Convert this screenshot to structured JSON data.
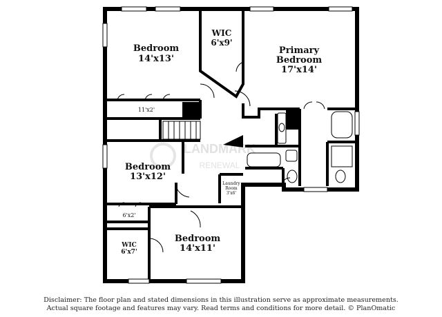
{
  "rooms": {
    "bedroom_top_left": {
      "name": "Bedroom",
      "dim": "14'x13'"
    },
    "wic_top": {
      "name": "WIC",
      "dim": "6'x9'"
    },
    "primary": {
      "name1": "Primary",
      "name2": "Bedroom",
      "dim": "17'x14'"
    },
    "closet_hall": {
      "dim": "11'x2'"
    },
    "bedroom_mid_left": {
      "name": "Bedroom",
      "dim": "13'x12'"
    },
    "laundry": {
      "name1": "Laundry",
      "name2": "Room",
      "dim": "3'x6'"
    },
    "closet_small": {
      "dim": "6'x2'"
    },
    "wic_bottom": {
      "name": "WIC",
      "dim": "6'x7'"
    },
    "bedroom_bottom": {
      "name": "Bedroom",
      "dim": "14'x11'"
    }
  },
  "watermark": {
    "line1": "LANDMARK",
    "line2": "RENEWAL"
  },
  "disclaimer": {
    "line1": "Disclaimer: The floor plan and stated dimensions in this illustration serve as approximate measurements.",
    "line2": "Actual square footage and features may vary. Read terms and conditions for more detail. © PlanOmatic"
  }
}
